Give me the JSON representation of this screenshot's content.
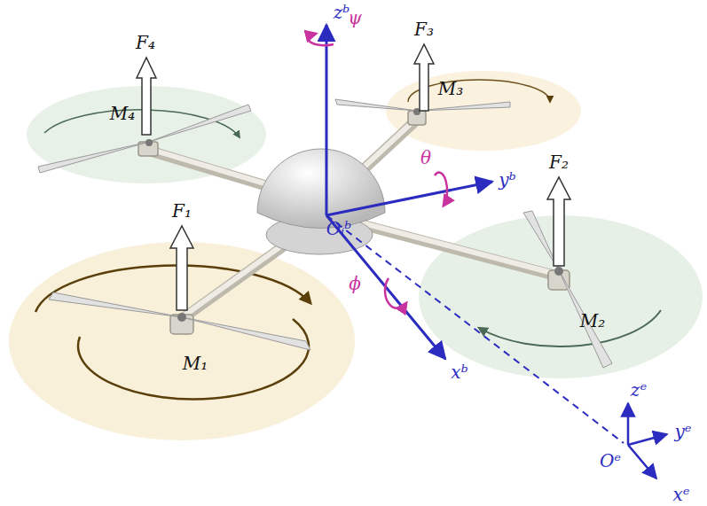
{
  "diagram": {
    "labels": [
      "F₁",
      "F₂",
      "F₃",
      "F₄",
      "M₁",
      "M₂",
      "M₃",
      "M₄",
      "zᵇ",
      "yᵇ",
      "xᵇ",
      "Oᵢᵇ",
      "ψ",
      "θ",
      "ϕ",
      "zᵉ",
      "yᵉ",
      "xᵉ",
      "Oᵉ"
    ]
  }
}
